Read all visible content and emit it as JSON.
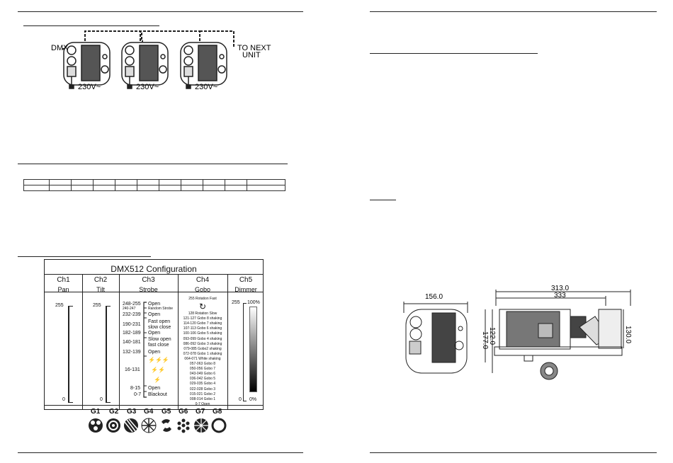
{
  "wiring": {
    "dmx_label": "DMX",
    "to_next_label_1": "TO NEXT",
    "to_next_label_2": "UNIT",
    "power_labels": [
      "230V~",
      "230V~",
      "230V~"
    ]
  },
  "config": {
    "title": "DMX512 Configuration",
    "channels": [
      {
        "id": "Ch1",
        "name": "Pan"
      },
      {
        "id": "Ch2",
        "name": "Tilt"
      },
      {
        "id": "Ch3",
        "name": "Strobe"
      },
      {
        "id": "Ch4",
        "name": "Gobo"
      },
      {
        "id": "Ch5",
        "name": "Dimmer"
      }
    ],
    "pan": {
      "max": "255",
      "min": "0"
    },
    "tilt": {
      "max": "255",
      "min": "0"
    },
    "strobe": {
      "r1v": "248-255",
      "r1t": "Open",
      "r2v": "240-247",
      "r2t": "Random Strobe",
      "r3v": "232-239",
      "r3t": "Open",
      "r4v": "190-231",
      "r4t1": "Fast open",
      "r4t2": "slow close",
      "r5v": "182-189",
      "r5t": "Open",
      "r6v": "140-181",
      "r6t1": "Slow open",
      "r6t2": "fast close",
      "r7v": "132-139",
      "r7t": "Open",
      "r8v": "16-131",
      "r9v": "8-15",
      "r9t": "Open",
      "r10v": "0-7",
      "r10t": "Blackout"
    },
    "gobo": [
      "255 Rotation Fast",
      "128 Rotation  Slow",
      "121-127 Gobo 8 shaking",
      "114-120 Gobo 7 shaking",
      "107-113 Gobo 6 shaking",
      "100-106 Gobo 5 shaking",
      "093-099 Gobo 4 shaking",
      "086-092 Gobo 3 shaking",
      "079-085 Gobo2 shaking",
      "072-078 Gobo 1 shaking",
      "064-071 White shaking",
      "057-063 Gobo 8",
      "050-056 Gobo 7",
      "043-049 Gobo 6",
      "036-042 Gobo 5",
      "029-035 Gobo 4",
      "022-028 Gobo 3",
      "015-021 Gobo 2",
      "008-014 Gobo 1",
      "0-7    Open"
    ],
    "dimmer": {
      "max": "255",
      "min": "0",
      "max_pct": "100%",
      "min_pct": "0%"
    },
    "gobo_labels": [
      "G1",
      "G2",
      "G3",
      "G4",
      "G5",
      "G6",
      "G7",
      "G8"
    ]
  },
  "dimensions": {
    "front_width": "156.0",
    "side_length_1": "313.0",
    "side_length_2": "333",
    "height_1": "122.0",
    "height_2": "177.0",
    "height_3": "130.0"
  }
}
